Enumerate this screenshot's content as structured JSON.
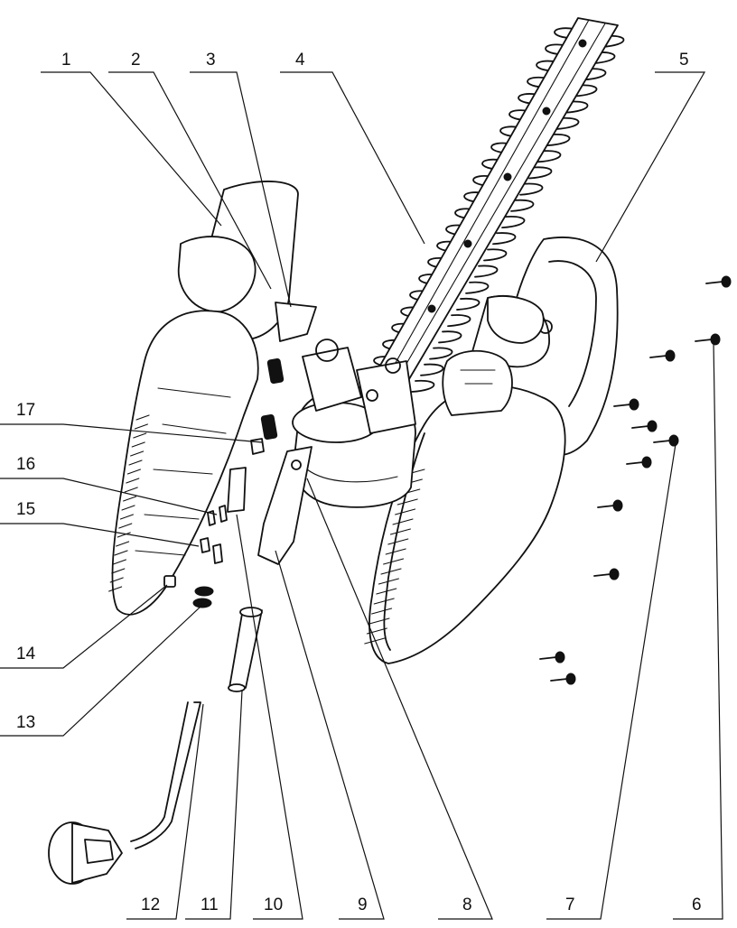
{
  "callouts": [
    {
      "id": "1",
      "label": "1"
    },
    {
      "id": "2",
      "label": "2"
    },
    {
      "id": "3",
      "label": "3"
    },
    {
      "id": "4",
      "label": "4"
    },
    {
      "id": "5",
      "label": "5"
    },
    {
      "id": "6",
      "label": "6"
    },
    {
      "id": "7",
      "label": "7"
    },
    {
      "id": "8",
      "label": "8"
    },
    {
      "id": "9",
      "label": "9"
    },
    {
      "id": "10",
      "label": "10"
    },
    {
      "id": "11",
      "label": "11"
    },
    {
      "id": "12",
      "label": "12"
    },
    {
      "id": "13",
      "label": "13"
    },
    {
      "id": "14",
      "label": "14"
    },
    {
      "id": "15",
      "label": "15"
    },
    {
      "id": "16",
      "label": "16"
    },
    {
      "id": "17",
      "label": "17"
    }
  ],
  "colors": {
    "ink": "#111111",
    "background": "#ffffff"
  }
}
